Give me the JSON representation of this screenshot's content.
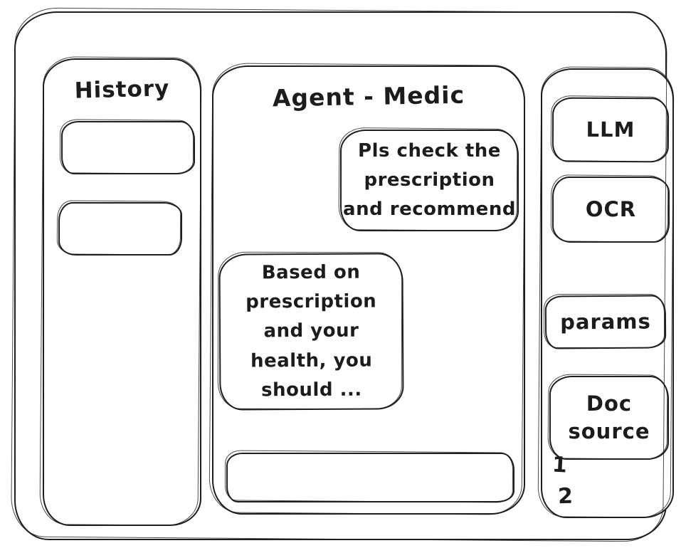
{
  "history": {
    "title": "History",
    "items": [
      {
        "label": ""
      },
      {
        "label": ""
      }
    ]
  },
  "chat": {
    "title": "Agent - Medic",
    "messages": [
      {
        "role": "user",
        "text": "Pls check the\nprescription\nand recommend"
      },
      {
        "role": "agent",
        "text": "Based on\nprescription\nand your\nhealth, you\nshould ..."
      }
    ],
    "input": {
      "value": ""
    }
  },
  "tools": {
    "buttons": [
      {
        "label": "LLM"
      },
      {
        "label": "OCR"
      },
      {
        "label": "params"
      },
      {
        "label": "Doc source"
      }
    ],
    "doc_source_items": [
      "1",
      "2"
    ]
  }
}
